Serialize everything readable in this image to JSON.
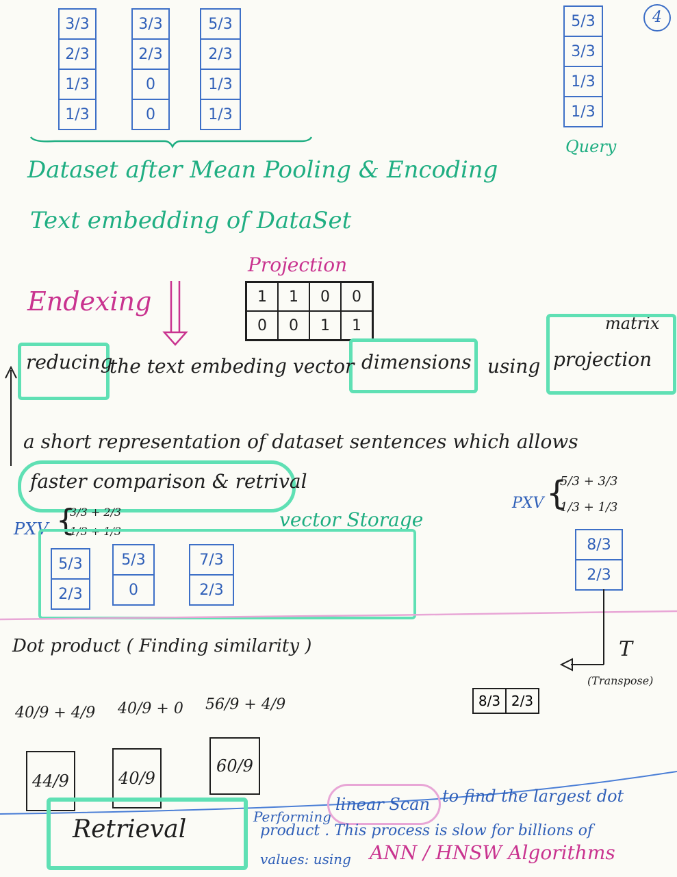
{
  "page_number": "4",
  "dataset_vectors": [
    [
      "3/3",
      "2/3",
      "1/3",
      "1/3"
    ],
    [
      "3/3",
      "2/3",
      "0",
      "0"
    ],
    [
      "5/3",
      "2/3",
      "1/3",
      "1/3"
    ]
  ],
  "query_vector": [
    "5/3",
    "3/3",
    "1/3",
    "1/3"
  ],
  "labels": {
    "query": "Query",
    "dataset_after": "Dataset after Mean Pooling & Encoding",
    "text_embedding": "Text embedding of DataSet",
    "indexing": "Endexing",
    "projection_title": "Projection",
    "matrix": "matrix",
    "reducing_sentence": {
      "w1": "reducing",
      "w2": "the text embeding vector",
      "w3": "dimensions",
      "w4": "using",
      "w5": "projection"
    },
    "short_rep": "a short representation of dataset sentences which allows",
    "faster": "faster comparison & retrival",
    "vector_storage": "vector Storage",
    "pxv_left": "PXV",
    "pxv_right": "PXV",
    "dot_product": "Dot product ( Finding similarity )",
    "transpose_T": "T",
    "transpose_word": "(Transpose)",
    "retrieval": "Retrieval",
    "note_line1_a": "Performing",
    "note_line1_b": "linear Scan",
    "note_line1_c": "to find the largest dot",
    "note_line2": "product . This process is slow for billions of",
    "note_line3_a": "values: using",
    "note_line3_b": "ANN / HNSW Algorithms"
  },
  "projection_matrix": [
    [
      "1",
      "1",
      "0",
      "0"
    ],
    [
      "0",
      "0",
      "1",
      "1"
    ]
  ],
  "pxv_left_expr": {
    "top": "3/3 + 2/3",
    "bottom": "1/3 + 1/3"
  },
  "pxv_right_expr": {
    "top": "5/3 + 3/3",
    "bottom": "1/3 + 1/3"
  },
  "stored_vectors": [
    [
      "5/3",
      "2/3"
    ],
    [
      "5/3",
      "0"
    ],
    [
      "7/3",
      "2/3"
    ]
  ],
  "query_projected": [
    "8/3",
    "2/3"
  ],
  "query_transposed": [
    "8/3",
    "2/3"
  ],
  "dot_exprs": [
    "40/9 + 4/9",
    "40/9 + 0",
    "56/9 + 4/9"
  ],
  "dot_results": [
    "44/9",
    "40/9",
    "60/9"
  ],
  "colors": {
    "green": "#1fae82",
    "pink": "#c9338f",
    "blue": "#2f5fb8",
    "highlight": "#5fe0b4",
    "divider_pink": "#e8a6d6",
    "divider_blue": "#4a7ed6"
  }
}
